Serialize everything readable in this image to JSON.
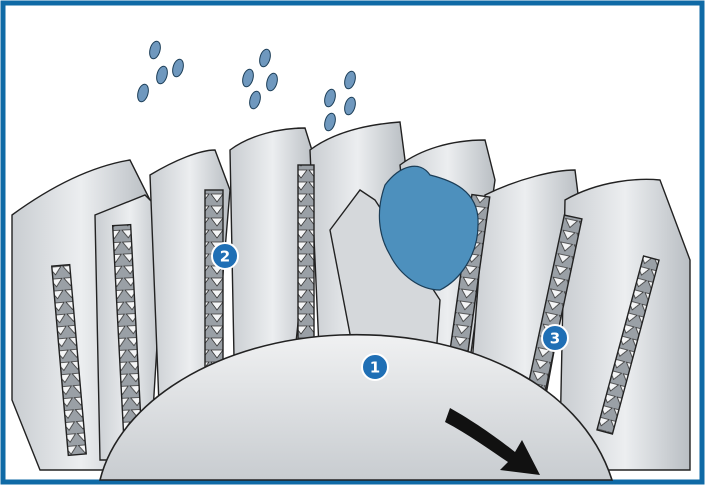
{
  "diagram": {
    "frame_color": "#0f6aa6",
    "callout_fill": "#1f6fb5",
    "deposit_color": "#4d90bd",
    "droplet_color": "#6f98be",
    "blade_fill": "#dcdfe2",
    "arrow_color": "#111111",
    "callouts": [
      {
        "id": "1",
        "label": "1"
      },
      {
        "id": "2",
        "label": "2"
      },
      {
        "id": "3",
        "label": "3"
      }
    ],
    "arrow": {
      "icon": "rotation-direction-arrow"
    }
  }
}
